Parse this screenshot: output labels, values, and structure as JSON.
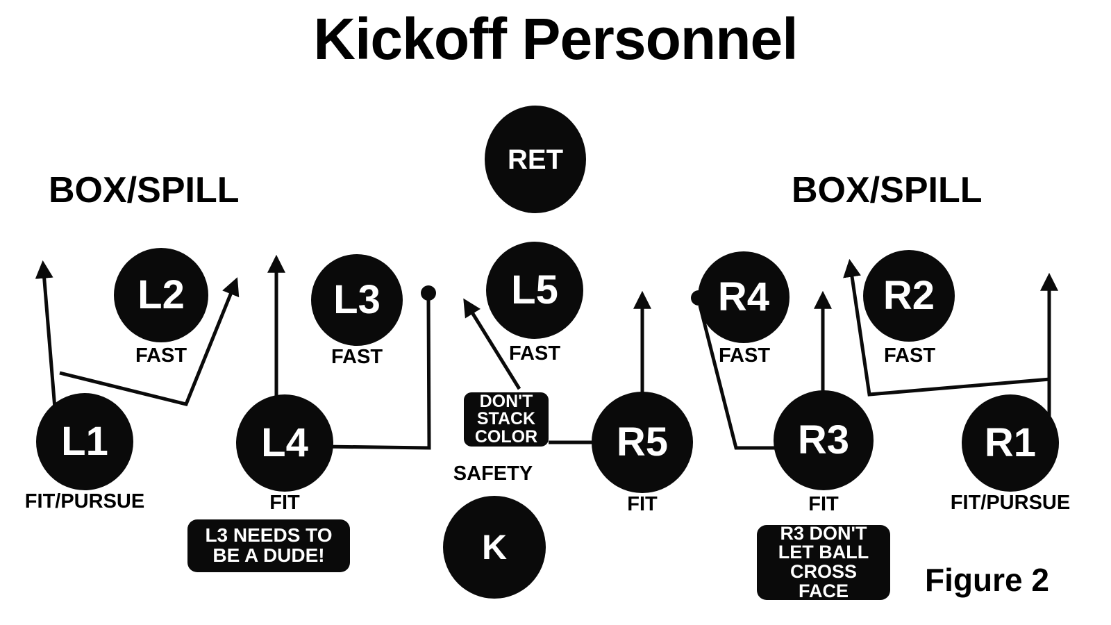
{
  "title": "Kickoff Personnel",
  "figure_label": "Figure 2",
  "section_labels": {
    "left": "BOX/SPILL",
    "right": "BOX/SPILL"
  },
  "colors": {
    "background": "#ffffff",
    "ink": "#000000",
    "marker_fill": "#0a0a0a",
    "marker_text": "#ffffff"
  },
  "players": [
    {
      "id": "ret",
      "label": "RET",
      "role": ""
    },
    {
      "id": "l5",
      "label": "L5",
      "role": "FAST"
    },
    {
      "id": "l2",
      "label": "L2",
      "role": "FAST"
    },
    {
      "id": "l3",
      "label": "L3",
      "role": "FAST"
    },
    {
      "id": "r4",
      "label": "R4",
      "role": "FAST"
    },
    {
      "id": "r2",
      "label": "R2",
      "role": "FAST"
    },
    {
      "id": "l1",
      "label": "L1",
      "role": "FIT/PURSUE"
    },
    {
      "id": "l4",
      "label": "L4",
      "role": "FIT"
    },
    {
      "id": "r5",
      "label": "R5",
      "role": "FIT"
    },
    {
      "id": "r3",
      "label": "R3",
      "role": "FIT"
    },
    {
      "id": "r1",
      "label": "R1",
      "role": "FIT/PURSUE"
    },
    {
      "id": "k",
      "label": "K",
      "role": ""
    }
  ],
  "roles": {
    "l2": "FAST",
    "l3": "FAST",
    "l5": "FAST",
    "r4": "FAST",
    "r2": "FAST",
    "l1": "FIT/PURSUE",
    "l4": "FIT",
    "r5": "FIT",
    "r3": "FIT",
    "r1": "FIT/PURSUE",
    "safety": "SAFETY"
  },
  "callouts": [
    {
      "id": "dont-stack-color",
      "lines": [
        "DON'T",
        "STACK",
        "COLOR"
      ]
    },
    {
      "id": "l3-needs-to-be-a-dude",
      "lines": [
        "L3 NEEDS TO",
        "BE A DUDE!"
      ]
    },
    {
      "id": "r3-dont-let-ball-cross-face",
      "lines": [
        "R3 DON'T",
        "LET BALL",
        "CROSS FACE"
      ]
    }
  ],
  "callout_text": {
    "dsc1": "DON'T",
    "dsc2": "STACK",
    "dsc3": "COLOR",
    "dude1": "L3 NEEDS TO",
    "dude2": "BE A DUDE!",
    "r3a": "R3 DON'T",
    "r3b": "LET BALL",
    "r3c": "CROSS FACE"
  },
  "player_labels": {
    "ret": "RET",
    "l5": "L5",
    "l2": "L2",
    "l3": "L3",
    "r4": "R4",
    "r2": "R2",
    "l1": "L1",
    "l4": "L4",
    "r5": "R5",
    "r3": "R3",
    "r1": "R1",
    "k": "K"
  }
}
